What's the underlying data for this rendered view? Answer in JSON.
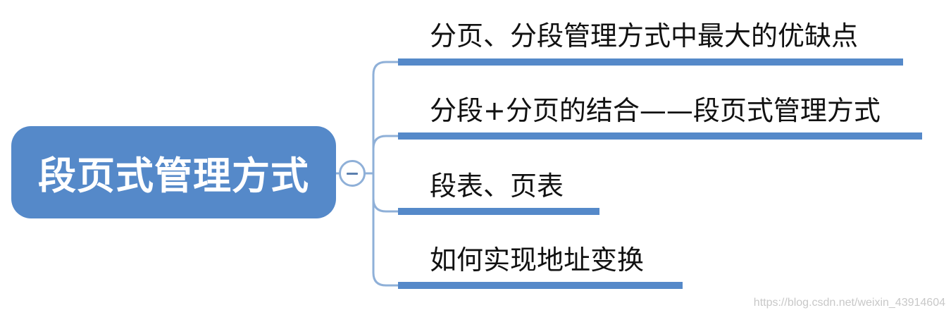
{
  "root": {
    "label": "段页式管理方式"
  },
  "branches": [
    {
      "label": "分页、分段管理方式中最大的优缺点"
    },
    {
      "label": "分段+分页的结合——段页式管理方式"
    },
    {
      "label": "段表、页表"
    },
    {
      "label": "如何实现地址变换"
    }
  ],
  "watermark": "https://blog.csdn.net/weixin_43914604",
  "colors": {
    "node_fill": "#5589c9",
    "connector": "#8fb0d8",
    "text": "#111111"
  },
  "icons": {
    "toggle": "collapse-minus-icon"
  }
}
